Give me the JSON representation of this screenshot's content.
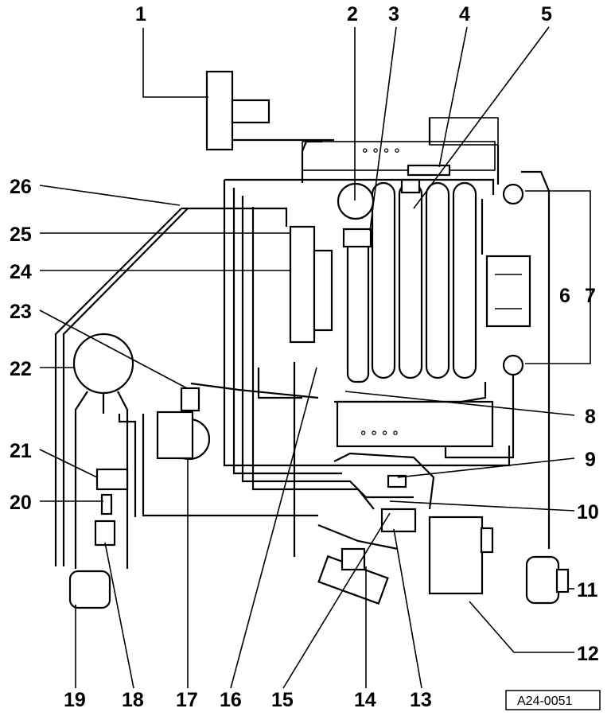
{
  "callouts": [
    "1",
    "2",
    "3",
    "4",
    "5",
    "6",
    "7",
    "8",
    "9",
    "10",
    "11",
    "12",
    "13",
    "14",
    "15",
    "16",
    "17",
    "18",
    "19",
    "20",
    "21",
    "22",
    "23",
    "24",
    "25",
    "26"
  ],
  "reference_code": "A24-0051"
}
